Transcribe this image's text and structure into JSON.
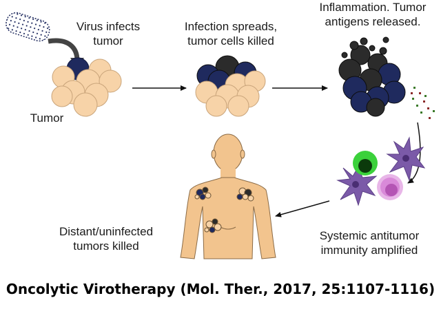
{
  "labels": {
    "virus_infects_1": "Virus infects",
    "virus_infects_2": "tumor",
    "spreads_1": "Infection spreads,",
    "spreads_2": "tumor cells killed",
    "inflammation_1": "Inflammation. Tumor",
    "inflammation_2": "antigens released.",
    "tumor": "Tumor",
    "systemic_1": "Systemic antitumor",
    "systemic_2": "immunity amplified",
    "distant_1": "Distant/uninfected",
    "distant_2": "tumors killed"
  },
  "caption": "Oncolytic Virotherapy (Mol. Ther., 2017, 25:1107-1116)",
  "colors": {
    "healthy_cell": "#f7d3a8",
    "infected_cell": "#1f2a5e",
    "dead_cell": "#2b2b2b",
    "skin": "#f2c48e",
    "dendritic_cell": "#7b5aa8",
    "t_cell_green": "#3bd13b",
    "t_cell_pink": "#d98ad9"
  }
}
